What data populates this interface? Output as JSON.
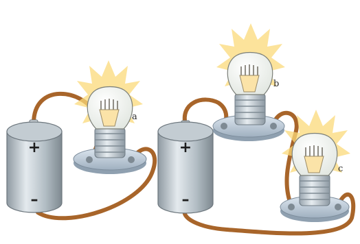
{
  "figure": {
    "colors": {
      "wire": "#a8652a",
      "battery": "#b7c2c8",
      "base": "#c9d6e4",
      "glow": "#fbd97a",
      "bulb_glass": "#f5f7f5"
    },
    "battery_left": {
      "positive": "+",
      "negative": "–"
    },
    "battery_right": {
      "positive": "+",
      "negative": "–"
    },
    "bulbs": [
      {
        "id": "bulb-a",
        "label": "a"
      },
      {
        "id": "bulb-b",
        "label": "b"
      },
      {
        "id": "bulb-c",
        "label": "c"
      }
    ]
  }
}
